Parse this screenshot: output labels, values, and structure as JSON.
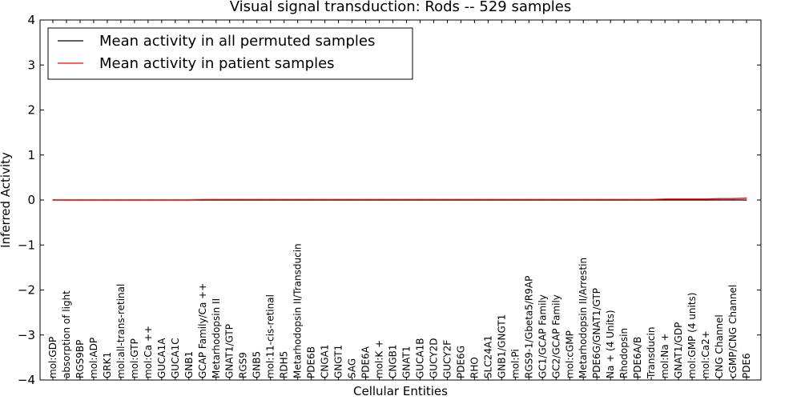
{
  "chart_data": {
    "type": "line",
    "title": "Visual signal transduction: Rods -- 529 samples",
    "xlabel": "Cellular Entities",
    "ylabel": "Inferred Activity",
    "ylim": [
      -4,
      4
    ],
    "yticks": [
      -4,
      -3,
      -2,
      -1,
      0,
      1,
      2,
      3,
      4
    ],
    "ytick_labels": [
      "−4",
      "−3",
      "−2",
      "−1",
      "0",
      "1",
      "2",
      "3",
      "4"
    ],
    "grid": false,
    "legend_position": "top-left",
    "categories": [
      "mol:GDP",
      "absorption of light",
      "RGS9BP",
      "mol:ADP",
      "GRK1",
      "mol:all-trans-retinal",
      "mol:GTP",
      "mol:Ca ++",
      "GUCA1A",
      "GUCA1C",
      "GNB1",
      "GCAP Family/Ca ++",
      "Metarhodopsin II",
      "GNAT1/GTP",
      "RGS9",
      "GNB5",
      "mol:11-cis-retinal",
      "RDH5",
      "Metarhodopsin II/Transducin",
      "PDE6B",
      "CNGA1",
      "GNGT1",
      "SAG",
      "PDE6A",
      "mol:K +",
      "CNGB1",
      "GNAT1",
      "GUCA1B",
      "GUCY2D",
      "GUCY2F",
      "PDE6G",
      "RHO",
      "SLC24A1",
      "GNB1/GNGT1",
      "mol:Pi",
      "RGS9-1/Gbeta5/R9AP",
      "GC1/GCAP Family",
      "GC2/GCAP Family",
      "mol:cGMP",
      "Metarhodopsin II/Arrestin",
      "PDE6G/GNAT1/GTP",
      "Na + (4 Units)",
      "Rhodopsin",
      "PDE6A/B",
      "Transducin",
      "mol:Na +",
      "GNAT1/GDP",
      "mol:GMP (4 units)",
      "mol:Ca2+",
      "CNG Channel",
      "cGMP/CNG Channel",
      "PDE6"
    ],
    "series": [
      {
        "name": "Mean activity in all permuted samples",
        "color": "#000000",
        "values": [
          0,
          0,
          0,
          0,
          0,
          0,
          0,
          0,
          0,
          0,
          0,
          0,
          0,
          0,
          0,
          0,
          0,
          0,
          0,
          0,
          0,
          0,
          0,
          0,
          0,
          0,
          0,
          0,
          0,
          0,
          0,
          0,
          0,
          0,
          0,
          0,
          0,
          0,
          0,
          0,
          0,
          0,
          0,
          0,
          0,
          0,
          0,
          0,
          0,
          0,
          0,
          0
        ]
      },
      {
        "name": "Mean activity in patient samples",
        "color": "#ff0000",
        "values": [
          0,
          0,
          0,
          0,
          0,
          0,
          0,
          0,
          0,
          0,
          0,
          0.01,
          0.01,
          0.01,
          0.01,
          0.01,
          0.01,
          0.01,
          0.01,
          0.01,
          0.01,
          0.01,
          0.01,
          0.01,
          0.01,
          0.01,
          0.01,
          0.01,
          0.01,
          0.01,
          0.01,
          0.01,
          0.01,
          0.01,
          0.01,
          0.01,
          0.01,
          0.01,
          0.01,
          0.01,
          0.01,
          0.01,
          0.01,
          0.01,
          0.01,
          0.02,
          0.02,
          0.02,
          0.02,
          0.03,
          0.03,
          0.04
        ]
      }
    ]
  }
}
